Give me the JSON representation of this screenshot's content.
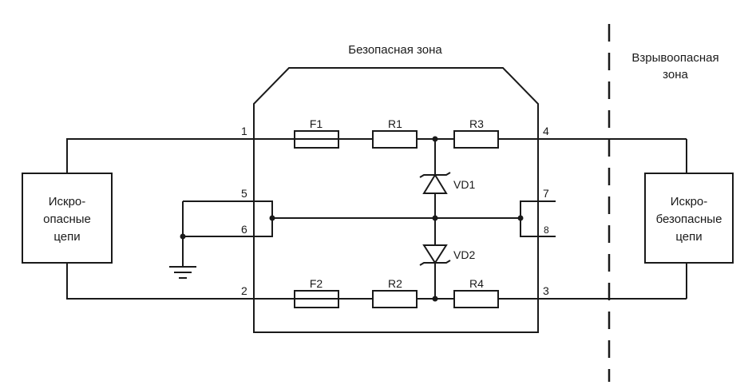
{
  "zones": {
    "safe_zone_label": "Безопасная зона",
    "hazard_zone_label_line1": "Взрывоопасная",
    "hazard_zone_label_line2": "зона"
  },
  "left_box": {
    "line1": "Искро-",
    "line2": "опасные",
    "line3": "цепи"
  },
  "right_box": {
    "line1": "Искро-",
    "line2": "безопасные",
    "line3": "цепи"
  },
  "components": {
    "fuse1": "F1",
    "fuse2": "F2",
    "resistor1": "R1",
    "resistor2": "R2",
    "resistor3": "R3",
    "resistor4": "R4",
    "diode1": "VD1",
    "diode2": "VD2"
  },
  "pins": {
    "p1": "1",
    "p2": "2",
    "p3": "3",
    "p4": "4",
    "p5": "5",
    "p6": "6",
    "p7": "7",
    "p8": "8"
  },
  "colors": {
    "line": "#1a1a1a",
    "background": "#ffffff"
  }
}
